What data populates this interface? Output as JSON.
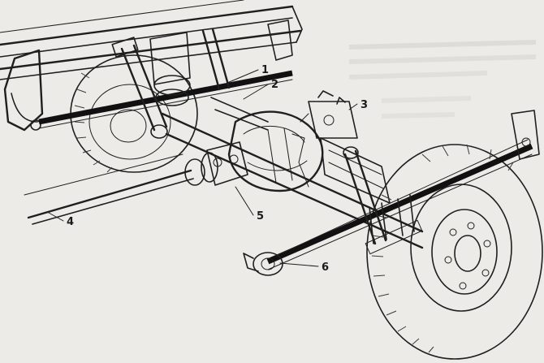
{
  "callouts": [
    {
      "num": "1"
    },
    {
      "num": "2"
    },
    {
      "num": "3"
    },
    {
      "num": "4"
    },
    {
      "num": "5"
    },
    {
      "num": "6"
    }
  ],
  "colors": {
    "paper": "#ecebe7",
    "ink": "#1f1f1f",
    "spring": "#111111",
    "tire": "#d9d8d3"
  }
}
